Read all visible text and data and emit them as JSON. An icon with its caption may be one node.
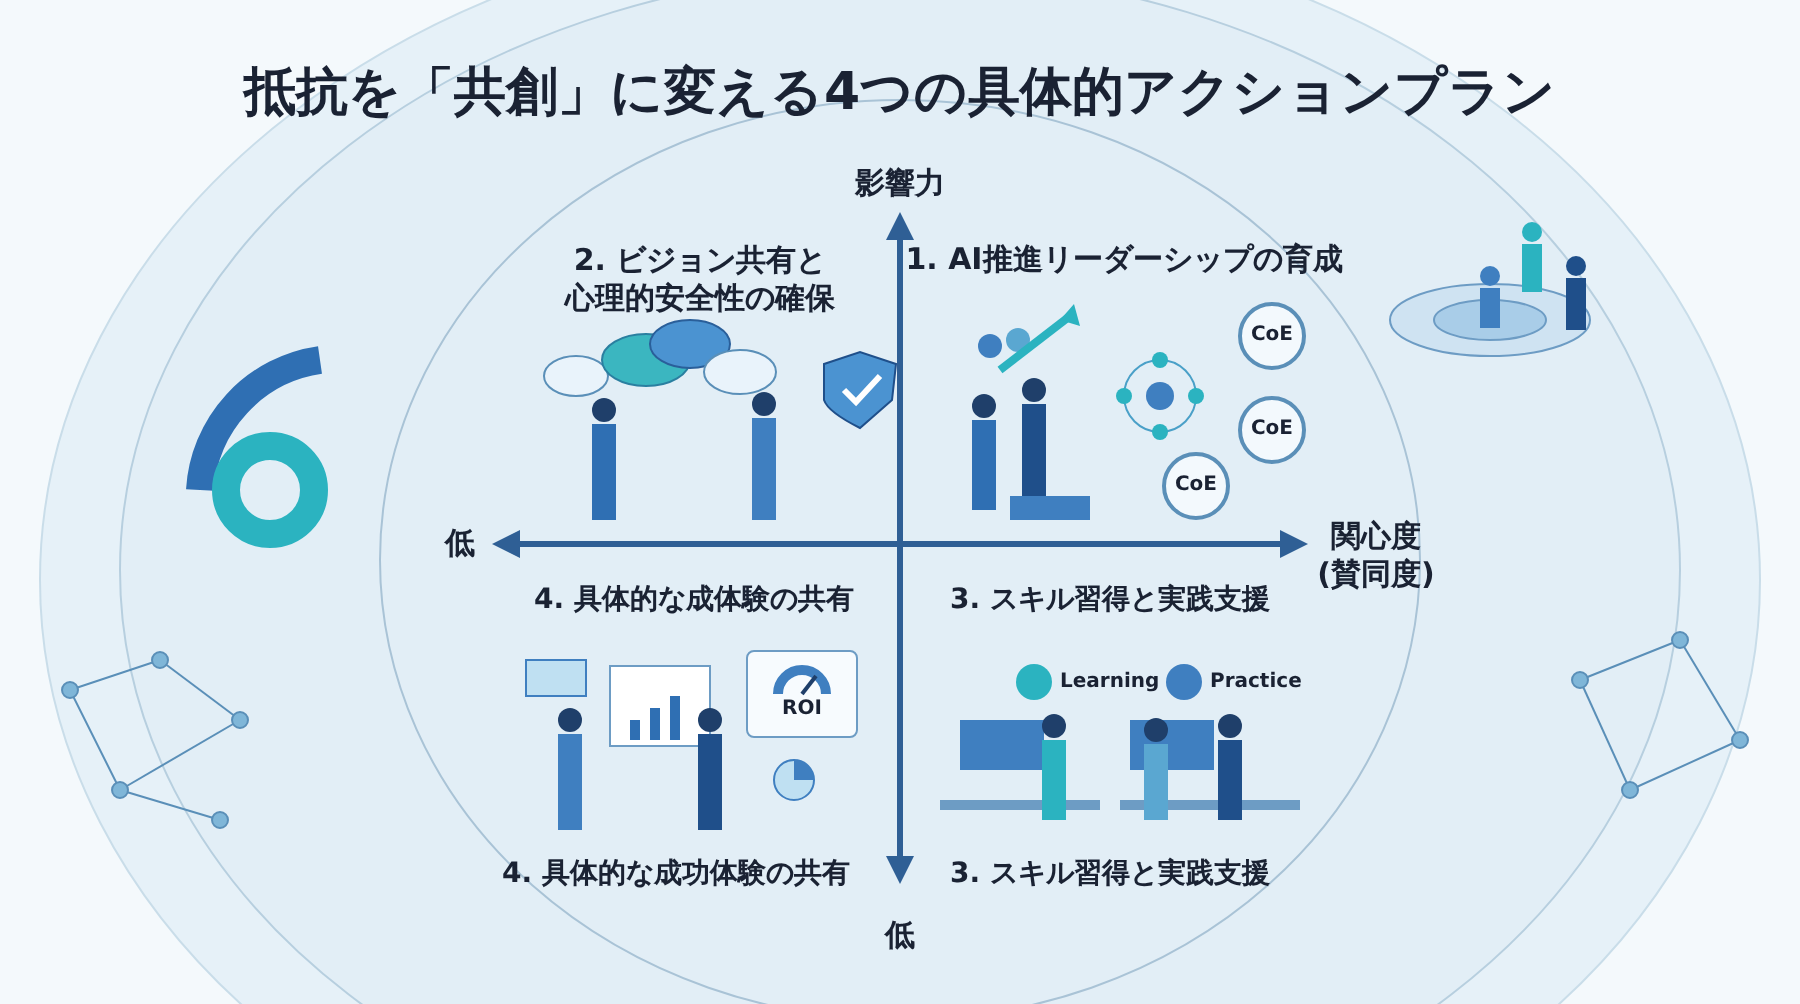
{
  "diagram": {
    "title": "抵抗を「共創」に変える4つの具体的アクションプラン",
    "labels": [
      "影響力",
      "2. ビジョン共有と心理的安全性の確保",
      "1. AI推進リーダーシップの育成",
      "CoE",
      "CoE",
      "CoE",
      "低",
      "関心度 (賛同度)",
      "4. 具体的な成体験の共有",
      "3. スキル習得と実践支援",
      "Learning",
      "Practice",
      "ROI",
      "4. 具体的な成功体験の共有",
      "3. スキル習得と実践支援",
      "低"
    ]
  }
}
